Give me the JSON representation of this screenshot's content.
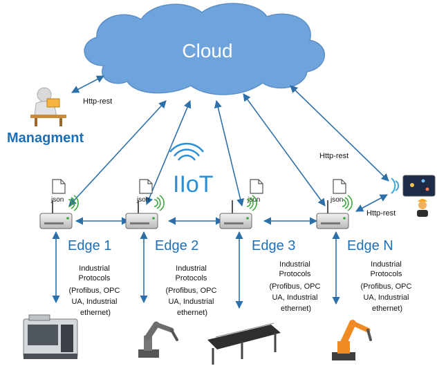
{
  "cloud": {
    "label": "Cloud",
    "fill": "#6fa3dc",
    "text_color": "#ffffff"
  },
  "management": {
    "label": "Managment",
    "color": "#1f6fb5"
  },
  "iiot": {
    "label": "IIoT",
    "color": "#2a8fd6"
  },
  "links": {
    "mgmt_cloud": "Http-rest",
    "cloud_device": "Http-rest",
    "edge_device": "Http-rest"
  },
  "edges": [
    {
      "name": "Edge 1",
      "file": "json",
      "protocols": [
        "Industrial",
        "Protocols",
        "(Profibus, OPC",
        "UA, Industrial",
        "ethernet)"
      ],
      "machine": "cnc-machine"
    },
    {
      "name": "Edge 2",
      "file": "json",
      "protocols": [
        "Industrial",
        "Protocols",
        "(Profibus, OPC",
        "UA, Industrial",
        "ethernet)"
      ],
      "machine": "robot-arm"
    },
    {
      "name": "Edge 3",
      "file": "json",
      "protocols": [
        "Industrial",
        "Protocols",
        "(Profibus, OPC",
        "UA, Industrial",
        "ethernet)"
      ],
      "machine": "conveyor"
    },
    {
      "name": "Edge N",
      "file": "json",
      "protocols": [
        "Industrial",
        "Protocols",
        "(Profibus, OPC",
        "UA, Industrial",
        "ethernet)"
      ],
      "machine": "industrial-robot"
    }
  ],
  "colors": {
    "arrow": "#2d6fa8",
    "edge_text": "#1f6fb5",
    "wifi": "#3aa63a"
  }
}
